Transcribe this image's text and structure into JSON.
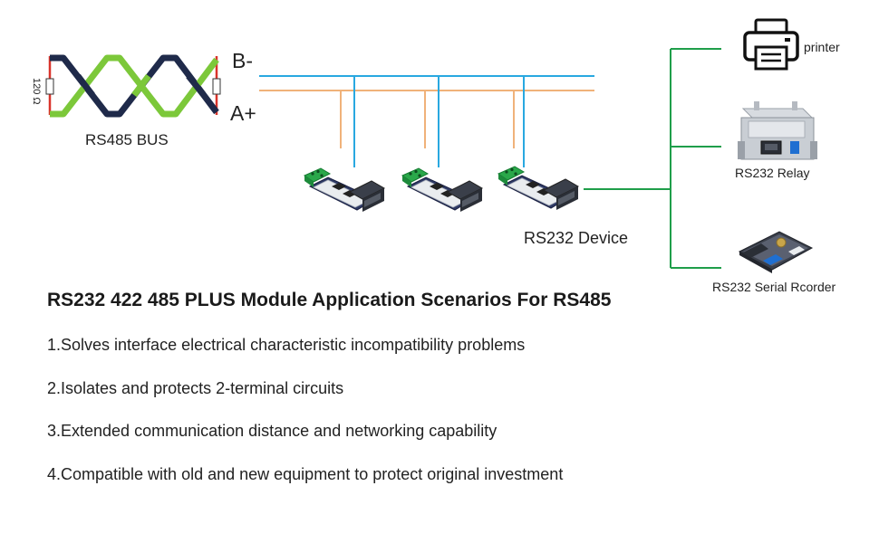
{
  "bus": {
    "b_label": "B-",
    "a_label": "A+",
    "resistor_label": "120 Ω",
    "bus_label": "RS485 BUS"
  },
  "modules": [
    {
      "name": "module-1"
    },
    {
      "name": "module-2"
    },
    {
      "name": "module-3"
    }
  ],
  "device_label": "RS232 Device",
  "peripherals": [
    {
      "label": "printer",
      "icon": "printer-icon"
    },
    {
      "label": "RS232 Relay",
      "icon": "relay-icon"
    },
    {
      "label": "RS232 Serial Rcorder",
      "icon": "recorder-board-icon"
    }
  ],
  "heading": "RS232 422 485 PLUS Module Application Scenarios For RS485",
  "list": [
    "1.Solves interface electrical characteristic incompatibility problems",
    "2.Isolates and protects 2-terminal circuits",
    "3.Extended communication distance and networking capability",
    "4.Compatible with old and new equipment to protect original investment"
  ],
  "colors": {
    "b_line": "#29a8e0",
    "a_line": "#f0b27a",
    "green_line": "#1f9e4a",
    "twist_green": "#7cc83a",
    "twist_navy": "#1f2a4a",
    "resistor_wire": "#d9342b"
  }
}
